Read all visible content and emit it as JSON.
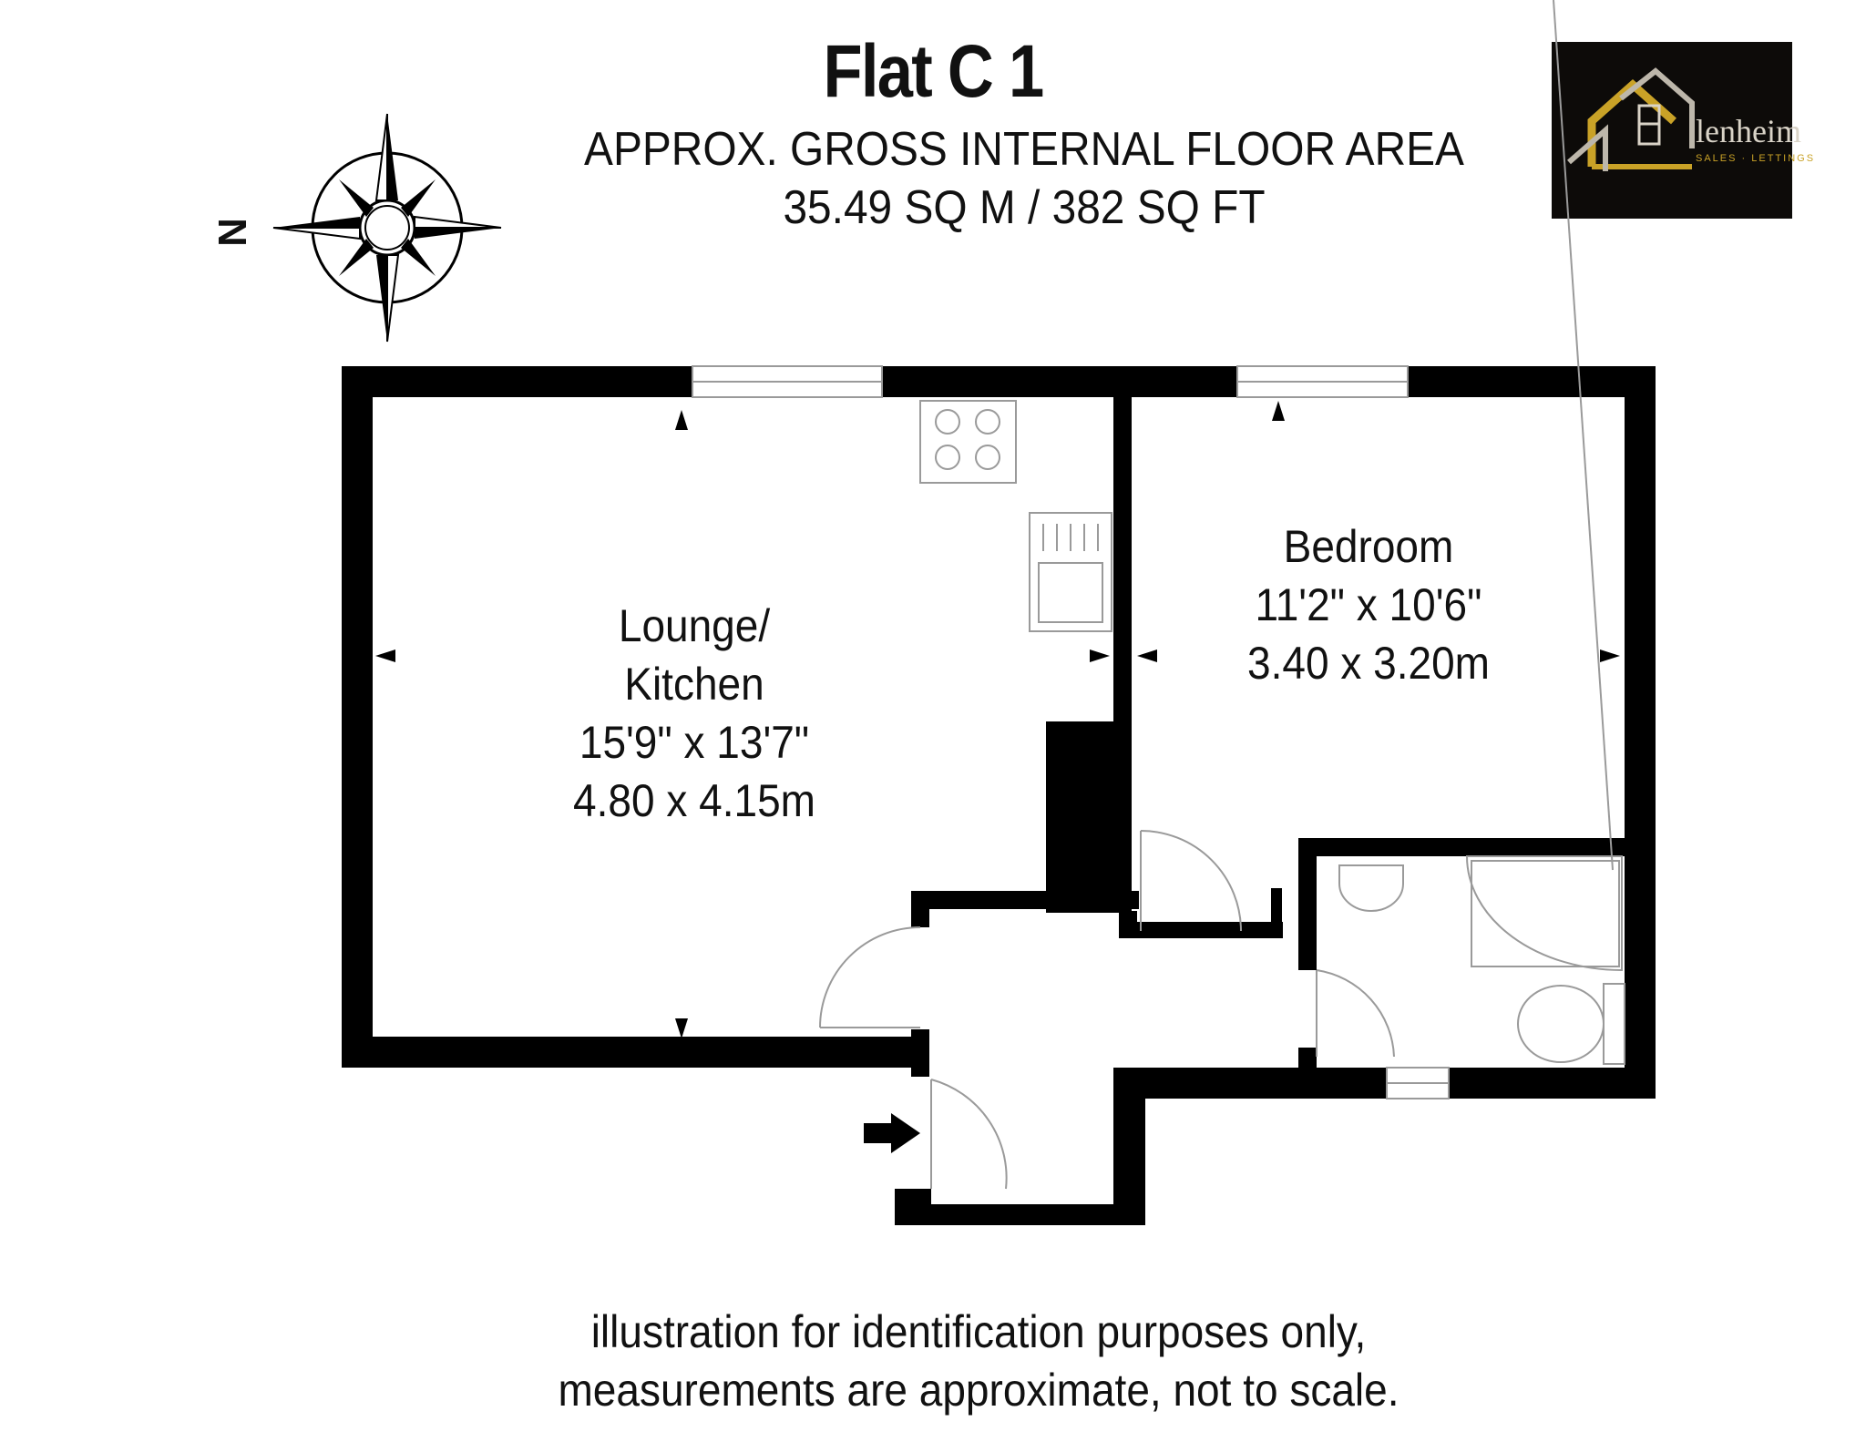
{
  "plan": {
    "title": "Flat C 1",
    "area_label": "APPROX. GROSS INTERNAL FLOOR AREA",
    "area_value": "35.49 SQ M /  382 SQ FT"
  },
  "compass": {
    "north_label": "N",
    "icon": "compass-rose-icon"
  },
  "logo": {
    "text": "lenheim",
    "subtext": "SALES · LETTINGS",
    "colors": {
      "background": "#0d0b09",
      "gold": "#c9a227",
      "silver": "#bdb7ab"
    }
  },
  "rooms": [
    {
      "name_line1": "Lounge/",
      "name_line2": "Kitchen",
      "imperial": "15'9\" x 13'7\"",
      "metric": "4.80 x 4.15m"
    },
    {
      "name_line1": "Bedroom",
      "imperial": "11'2\" x 10'6\"",
      "metric": "3.40 x 3.20m"
    }
  ],
  "disclaimer": {
    "line1": "illustration for identification purposes only,",
    "line2": "measurements are approximate, not to scale."
  },
  "colors": {
    "wall": "#000000",
    "fixture_stroke": "#9a9a9a"
  }
}
